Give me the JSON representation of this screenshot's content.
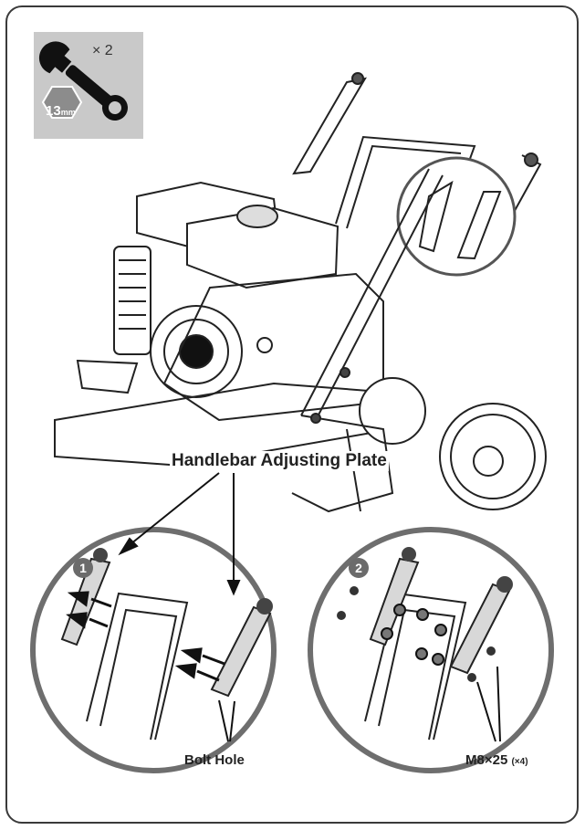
{
  "tool": {
    "quantity": "× 2",
    "size_number": "13",
    "size_unit": "mm",
    "icon": "wrench-icon"
  },
  "labels": {
    "title": "Handlebar Adjusting Plate",
    "bolt_hole": "Bolt Hole",
    "bolt_spec": "M8×25",
    "bolt_count": "(×4)"
  },
  "steps": {
    "step1": "1",
    "step2": "2"
  },
  "colors": {
    "badge_bg": "#c9c9c9",
    "hex_fill": "#8c8c8c",
    "line": "#222222",
    "circle_border": "#6e6e6e",
    "plate_fill": "#d8d8d8"
  }
}
